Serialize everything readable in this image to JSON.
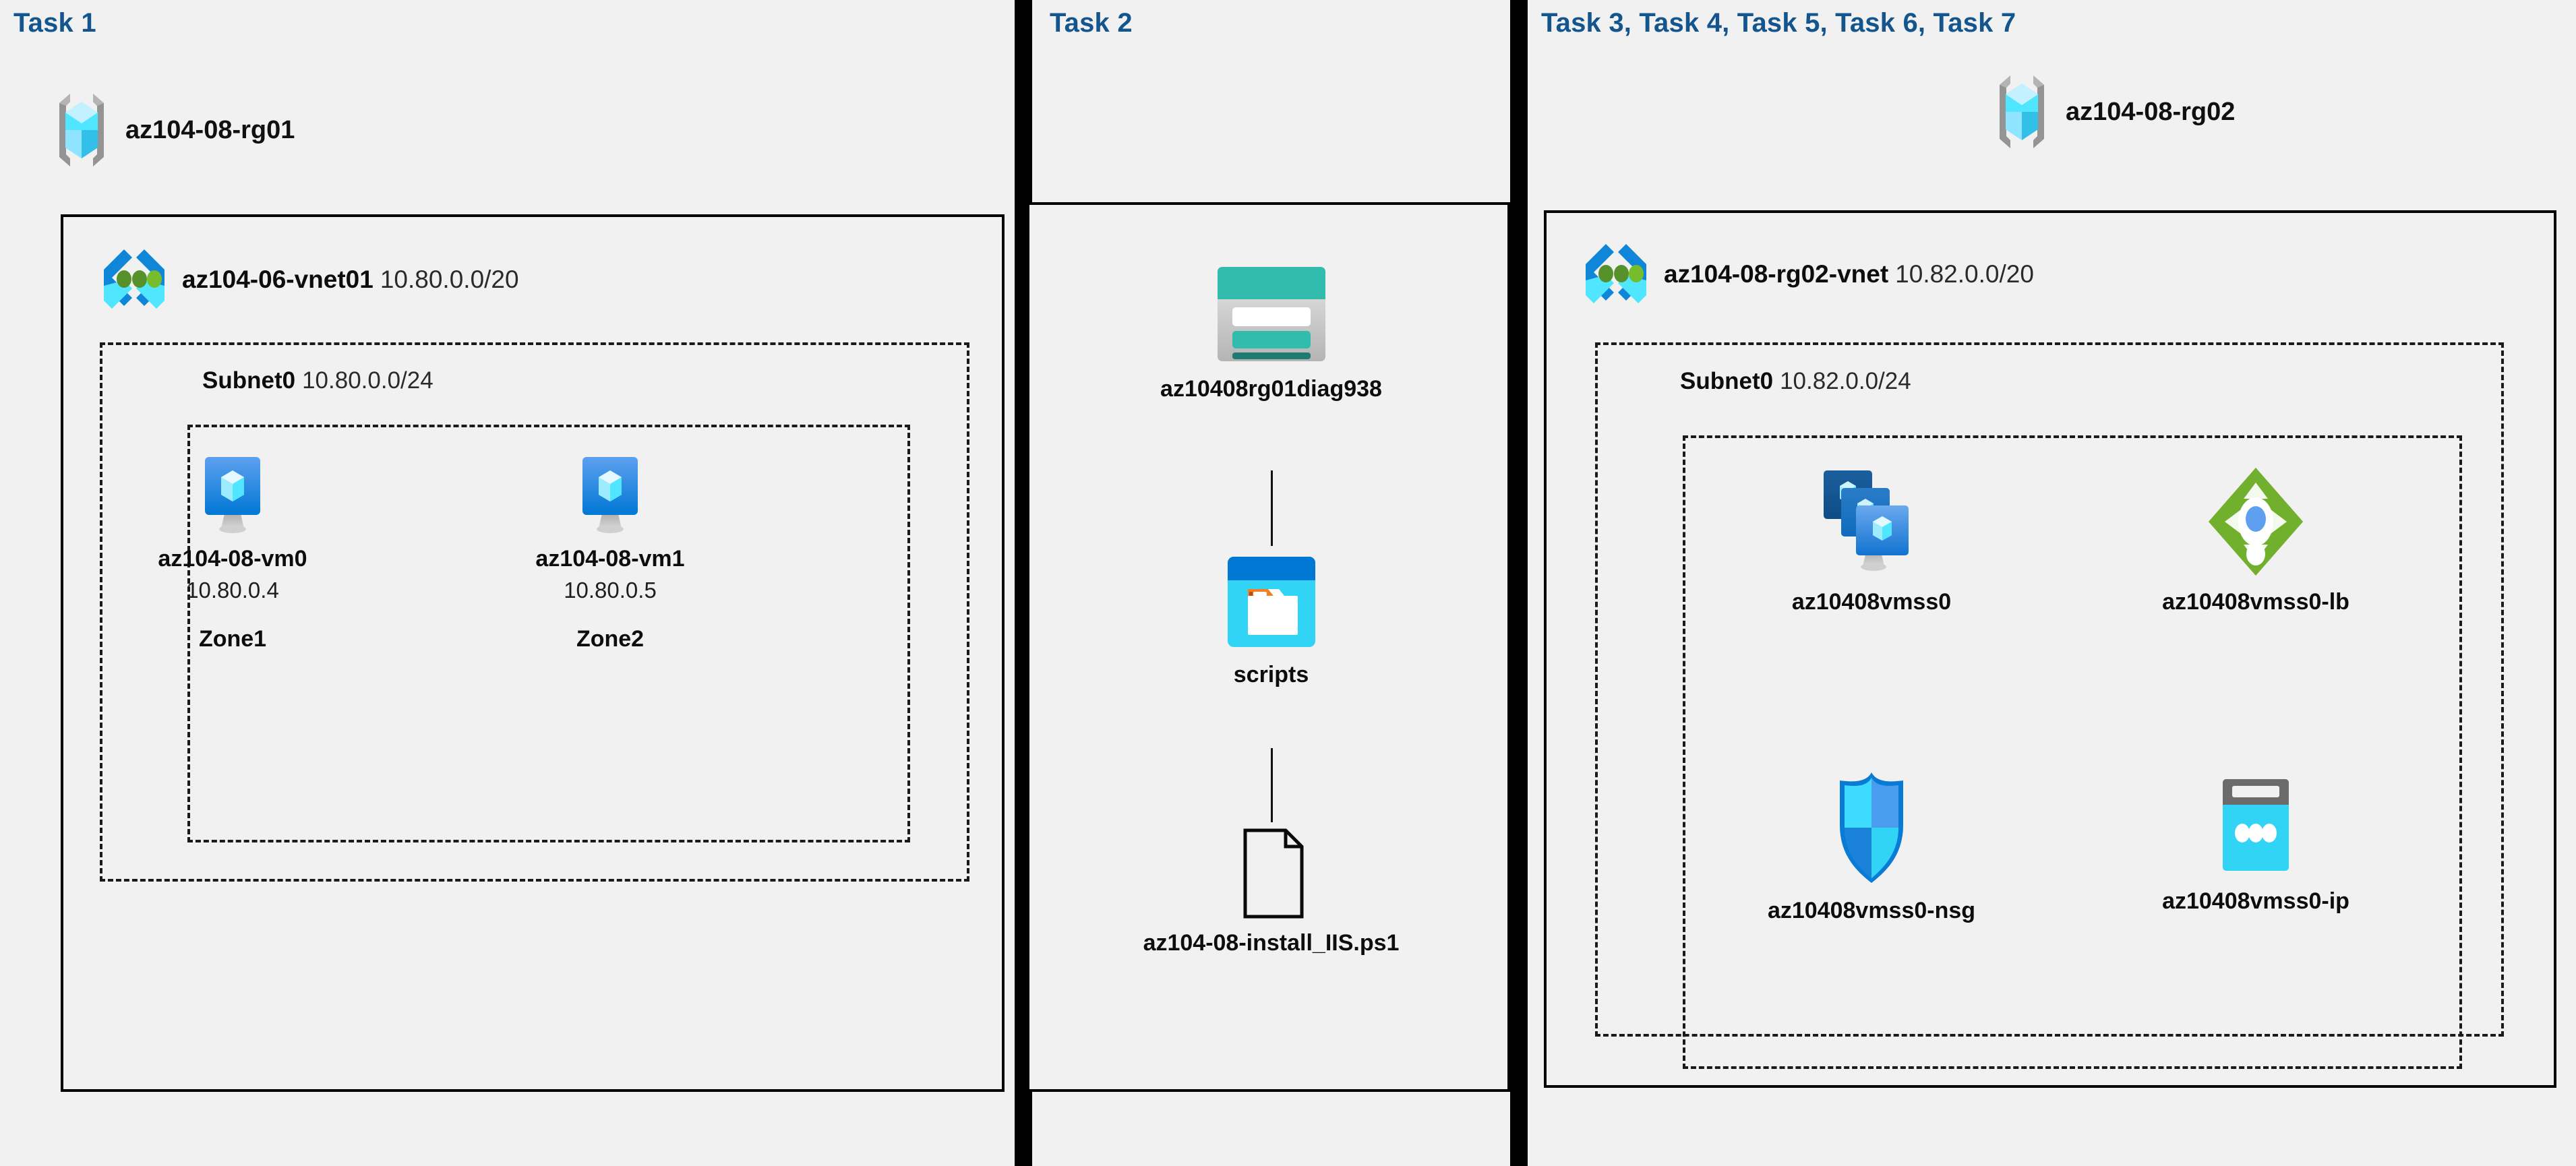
{
  "diagram": {
    "title": "Azure AZ-104 Module 08 Lab Architecture",
    "background_color": "#f1f1f1",
    "heading_color": "#13558c",
    "divider_color": "#000000"
  },
  "panels": [
    {
      "id": "panel-task1",
      "heading": "Task 1",
      "resource_group": {
        "label": "az104-08-rg01",
        "icon": "resource-group-icon"
      },
      "vnet": {
        "name": "az104-06-vnet01",
        "cidr": "10.80.0.0/20",
        "icon": "virtual-network-icon"
      },
      "subnet": {
        "name": "Subnet0",
        "cidr": "10.80.0.0/24"
      },
      "nodes": [
        {
          "icon": "virtual-machine-icon",
          "title": "az104-08-vm0",
          "ip": "10.80.0.4",
          "zone": "Zone1"
        },
        {
          "icon": "virtual-machine-icon",
          "title": "az104-08-vm1",
          "ip": "10.80.0.5",
          "zone": "Zone2"
        }
      ]
    },
    {
      "id": "panel-task2",
      "heading": "Task 2",
      "nodes": [
        {
          "icon": "storage-account-icon",
          "title": "az10408rg01diag938"
        },
        {
          "icon": "blob-container-icon",
          "title": "scripts"
        },
        {
          "icon": "script-file-icon",
          "title": "az104-08-install_IIS.ps1"
        }
      ]
    },
    {
      "id": "panel-task3-7",
      "heading": "Task 3, Task 4, Task 5, Task 6, Task 7",
      "resource_group": {
        "label": "az104-08-rg02",
        "icon": "resource-group-icon"
      },
      "vnet": {
        "name": "az104-08-rg02-vnet",
        "cidr": "10.82.0.0/20",
        "icon": "virtual-network-icon"
      },
      "subnet": {
        "name": "Subnet0",
        "cidr": "10.82.0.0/24"
      },
      "nodes": [
        {
          "icon": "vm-scale-set-icon",
          "title": "az10408vmss0"
        },
        {
          "icon": "load-balancer-icon",
          "title": "az10408vmss0-lb"
        },
        {
          "icon": "network-security-group-icon",
          "title": "az10408vmss0-nsg"
        },
        {
          "icon": "public-ip-address-icon",
          "title": "az10408vmss0-ip"
        }
      ]
    }
  ],
  "colors": {
    "azure_blue": "#0078d4",
    "azure_cyan": "#32d4f5",
    "azure_light_cyan": "#9cebff",
    "vnet_green": "#5e9624",
    "lb_green": "#69a41c",
    "storage_teal": "#32bcad",
    "storage_teal_dark": "#1f7b72",
    "nsg_blue": "#0a7bd4",
    "gray": "#949494"
  }
}
